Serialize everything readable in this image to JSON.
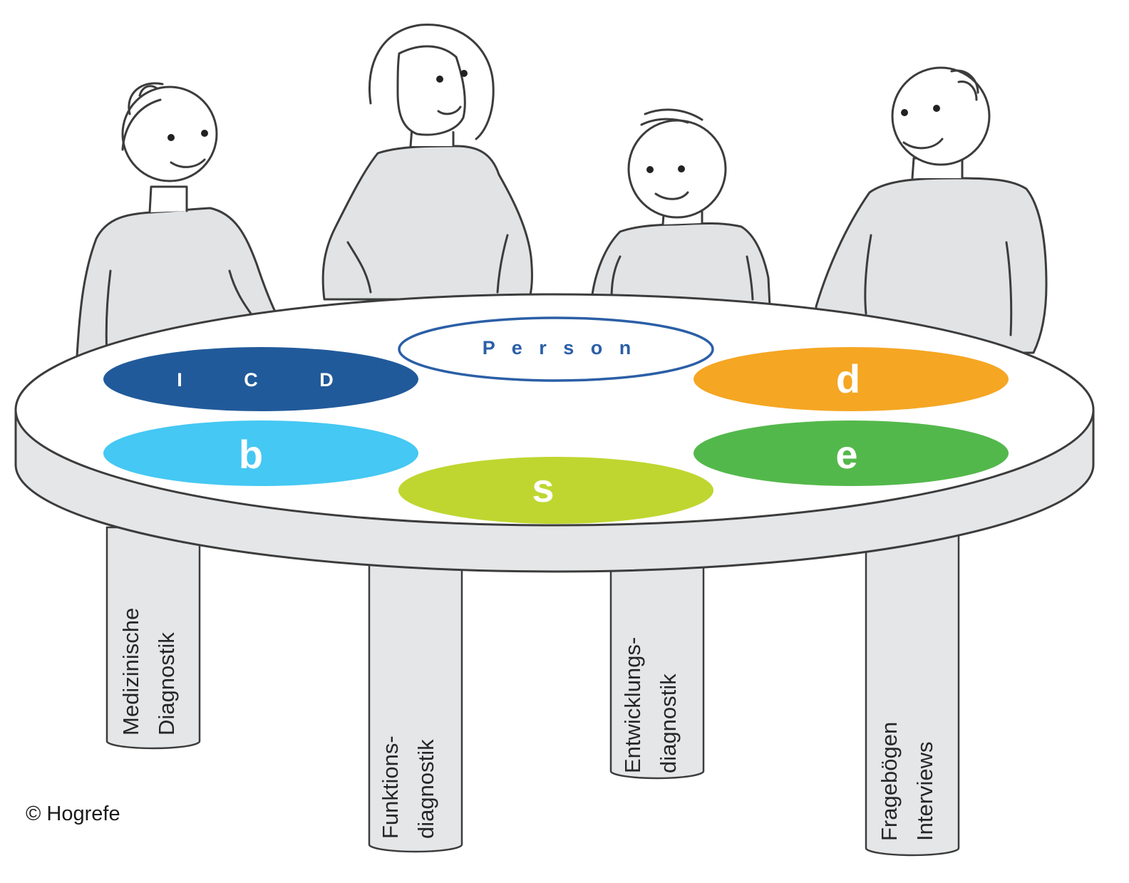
{
  "ellipses": {
    "person": {
      "label": "P e r s o n",
      "color": "#2b5fa6",
      "fill": "#ffffff"
    },
    "icd": {
      "label": "I   C   D",
      "color": "#215a9a"
    },
    "d": {
      "label": "d",
      "color": "#f5a623"
    },
    "b": {
      "label": "b",
      "color": "#45c8f3"
    },
    "s": {
      "label": "s",
      "color": "#bfd630"
    },
    "e": {
      "label": "e",
      "color": "#53b84b"
    }
  },
  "legs": [
    {
      "line1": "Medizinische",
      "line2": "Diagnostik"
    },
    {
      "line1": "Funktions-",
      "line2": "diagnostik"
    },
    {
      "line1": "Entwicklungs-",
      "line2": "diagnostik"
    },
    {
      "line1": "Fragebögen",
      "line2": "Interviews"
    }
  ],
  "copyright": "© Hogrefe",
  "colors": {
    "figure_fill": "#e1e3e5",
    "outline": "#3c3c3c",
    "table_side": "#e4e6e8"
  }
}
